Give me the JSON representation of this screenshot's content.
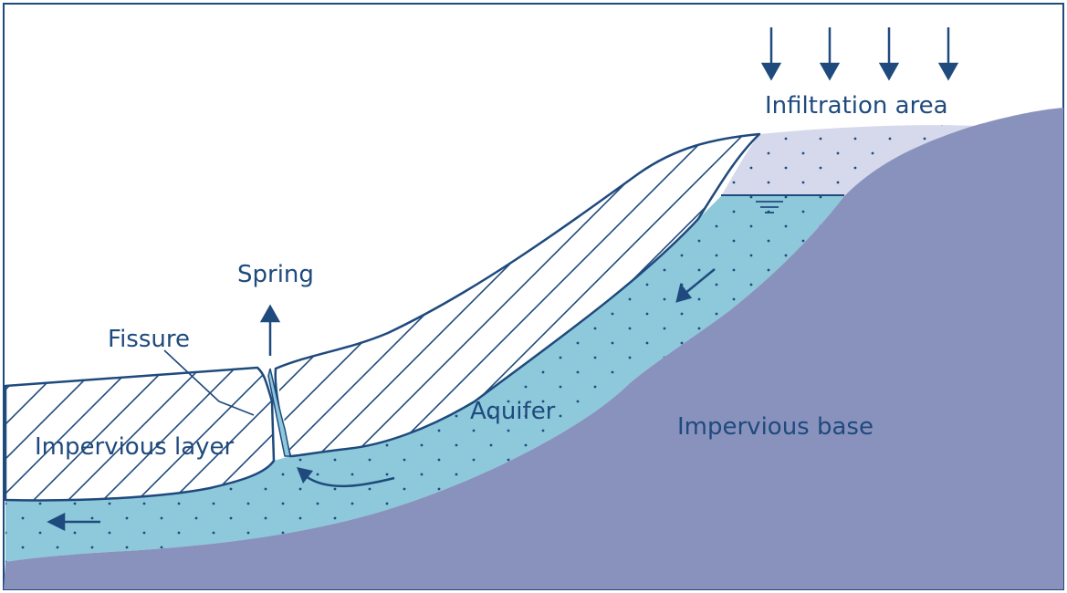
{
  "labels": {
    "infiltration": "Infiltration area",
    "spring": "Spring",
    "fissure": "Fissure",
    "aquifer": "Aquifer",
    "impervious_base": "Impervious base",
    "impervious_layer": "Impervious layer"
  },
  "colors": {
    "frame": "#1f4a7d",
    "base": "#8992bd",
    "aquifer": "#8ec8db",
    "unsaturated": "#d6d9ec",
    "hatch_fill": "#ffffff",
    "text": "#1f4a7d"
  }
}
